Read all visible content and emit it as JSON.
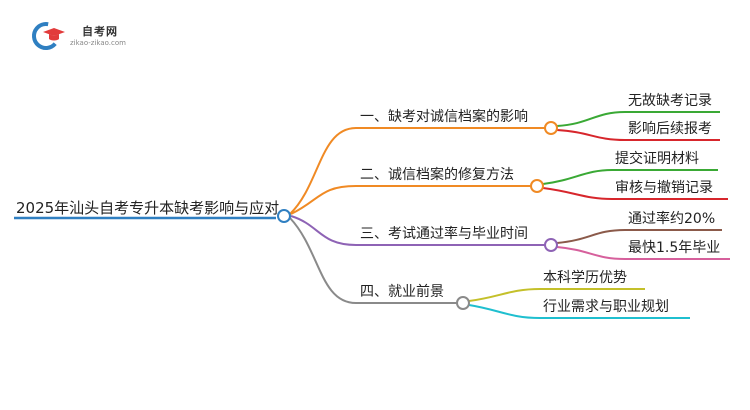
{
  "logo": {
    "name": "自考网",
    "url_text": "zikao-zikao.com",
    "mark_icon": "graduation-cap-icon"
  },
  "root": {
    "label": "2025年汕头自考专升本缺考影响与应对",
    "color": "#2f7fc1"
  },
  "branches": [
    {
      "label": "一、缺考对诚信档案的影响",
      "color": "#f08a24",
      "children": [
        {
          "label": "无故缺考记录",
          "color": "#3aa935"
        },
        {
          "label": "影响后续报考",
          "color": "#d7262c"
        }
      ]
    },
    {
      "label": "二、诚信档案的修复方法",
      "color": "#f08a24",
      "children": [
        {
          "label": "提交证明材料",
          "color": "#3aa935"
        },
        {
          "label": "审核与撤销记录",
          "color": "#d7262c"
        }
      ]
    },
    {
      "label": "三、考试通过率与毕业时间",
      "color": "#8e63b5",
      "children": [
        {
          "label": "通过率约20%",
          "color": "#8b5a4a"
        },
        {
          "label": "最快1.5年毕业",
          "color": "#d6609c"
        }
      ]
    },
    {
      "label": "四、就业前景",
      "color": "#8a8a8a",
      "children": [
        {
          "label": "本科学历优势",
          "color": "#c4c02a"
        },
        {
          "label": "行业需求与职业规划",
          "color": "#1fbfcf"
        }
      ]
    }
  ]
}
